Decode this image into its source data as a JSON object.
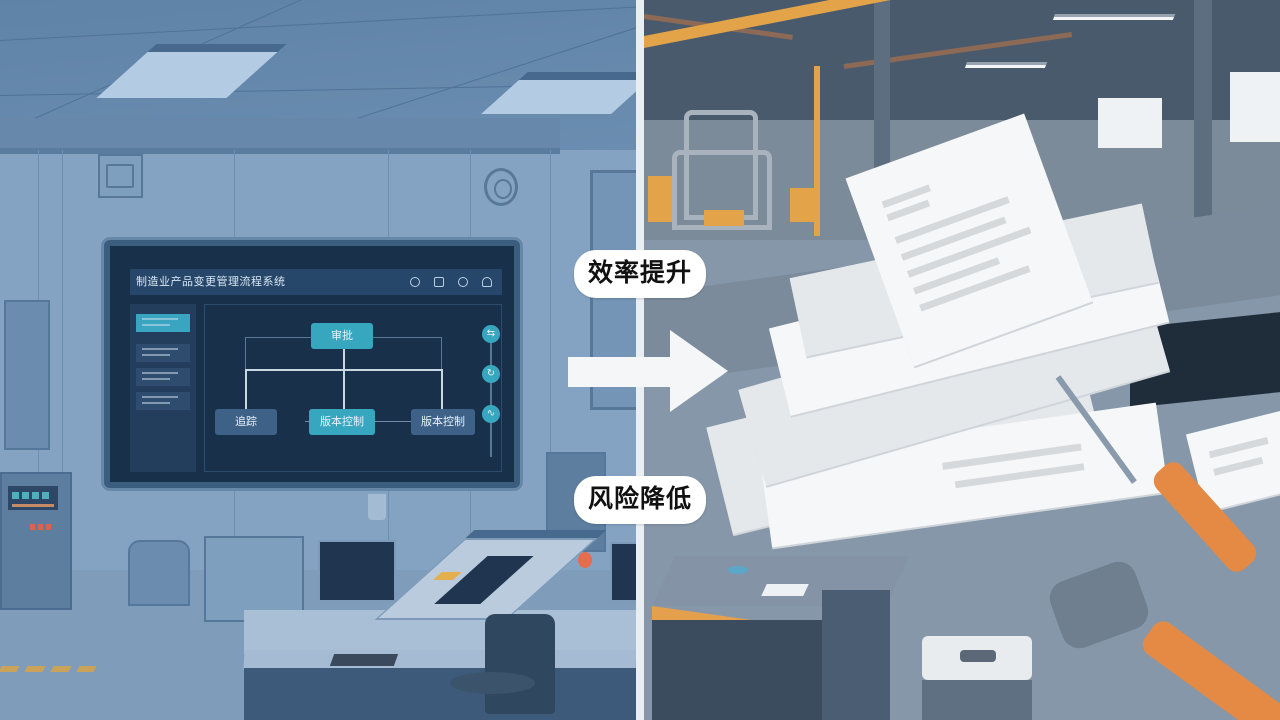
{
  "scene": {
    "description": "Before/after comparison illustration: digital document management control room vs. paper-based factory",
    "left_panel": {
      "label": "digital-control-room",
      "wall_monitor": {
        "title": "制造业产品变更管理流程系统",
        "header_icon_count": 4,
        "sidebar_items": 4,
        "flowchart": {
          "top_node": "审批",
          "bottom_nodes": [
            "追踪",
            "版本控制",
            "版本控制"
          ]
        }
      }
    },
    "right_panel": {
      "label": "paper-based-factory"
    }
  },
  "overlay": {
    "arrow": "right-arrow",
    "label_top": "效率提升",
    "label_bottom": "风险降低"
  },
  "colors": {
    "left_tint": "#7d9cbc",
    "monitor_bg": "#19304b",
    "teal_accent": "#37a6bf",
    "right_tint": "#6c7d8e",
    "orange_accent": "#e3a349",
    "tool_orange": "#e48a45",
    "paper": "#f6f7f8"
  }
}
